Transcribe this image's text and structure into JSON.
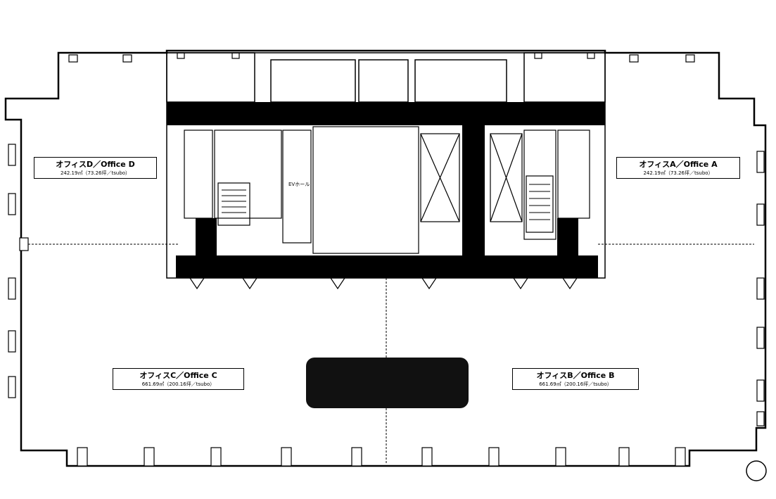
{
  "offices": [
    {
      "id": "D",
      "name": "オフィスD／Office D",
      "area": "242.19㎡（73.26坪／tsubo）"
    },
    {
      "id": "A",
      "name": "オフィスA／Office A",
      "area": "242.19㎡（73.26坪／tsubo）"
    },
    {
      "id": "C",
      "name": "オフィスC／Office C",
      "area": "661.69㎡（200.16坪／tsubo）"
    },
    {
      "id": "B",
      "name": "オフィスB／Office B",
      "area": "661.69㎡（200.16坪／tsubo）"
    }
  ],
  "rooms": {
    "ev_hall": "EVホール"
  },
  "colors": {
    "wall": "#000000",
    "background": "#ffffff"
  },
  "icons": {
    "north": "north-arrow-icon"
  }
}
